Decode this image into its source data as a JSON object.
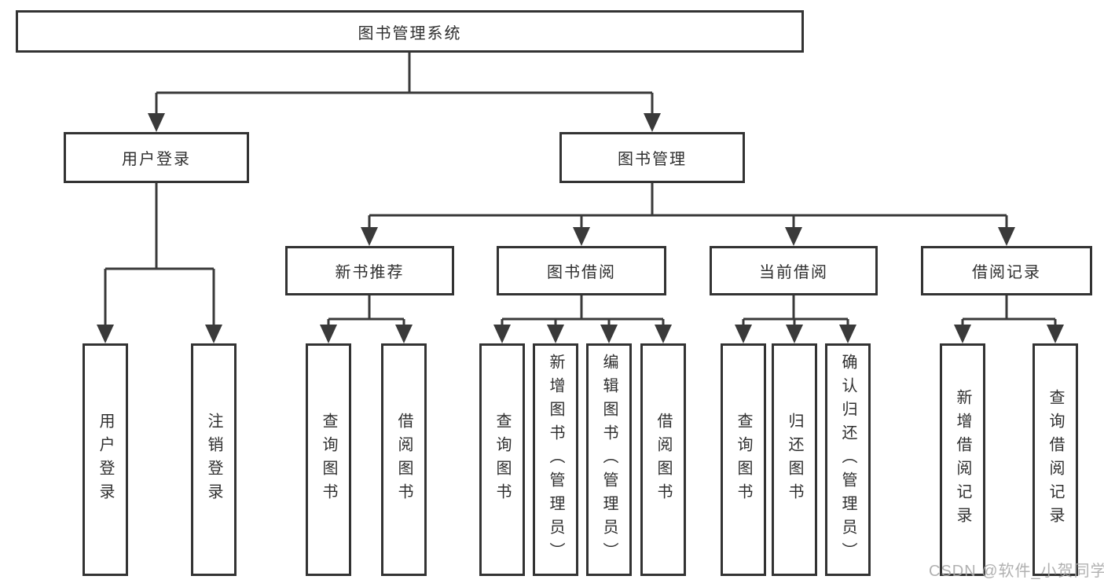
{
  "tree": {
    "root": {
      "label": "图书管理系统"
    },
    "branches": [
      {
        "label": "用户登录",
        "children": [
          {
            "label": "用户登录"
          },
          {
            "label": "注销登录"
          }
        ]
      },
      {
        "label": "图书管理",
        "children": [
          {
            "label": "新书推荐",
            "children": [
              {
                "label": "查询图书"
              },
              {
                "label": "借阅图书"
              }
            ]
          },
          {
            "label": "图书借阅",
            "children": [
              {
                "label": "查询图书"
              },
              {
                "label": "新增图书（管理员）"
              },
              {
                "label": "编辑图书（管理员）"
              },
              {
                "label": "借阅图书"
              }
            ]
          },
          {
            "label": "当前借阅",
            "children": [
              {
                "label": "查询图书"
              },
              {
                "label": "归还图书"
              },
              {
                "label": "确认归还（管理员）"
              }
            ]
          },
          {
            "label": "借阅记录",
            "children": [
              {
                "label": "新增借阅记录"
              },
              {
                "label": "查询借阅记录"
              }
            ]
          }
        ]
      }
    ]
  },
  "watermark": {
    "text": "CSDN @软件_小贺同学"
  },
  "colors": {
    "line": "#3a3a3a",
    "box_border": "#333333",
    "box_fill": "#ffffff",
    "text": "#2f2f2f",
    "watermark": "#a9a9a9",
    "background": "#ffffff"
  }
}
